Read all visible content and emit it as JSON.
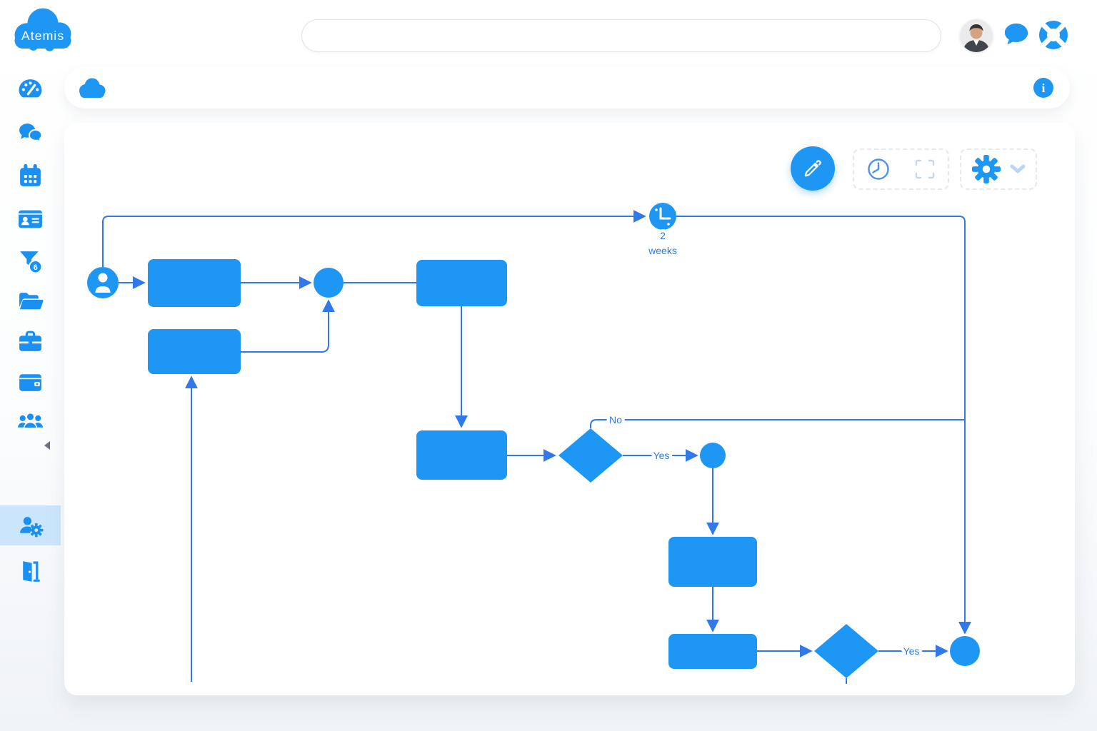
{
  "app": {
    "logo_text": "Atemis"
  },
  "topbar": {
    "search": {
      "value": "",
      "placeholder": ""
    },
    "info_glyph": "i"
  },
  "sidebar": {
    "filter_badge": "6",
    "items": [
      "dashboard",
      "conversations",
      "calendar",
      "contacts",
      "filter",
      "documents",
      "projects",
      "wallet",
      "team",
      "user-settings",
      "logout"
    ],
    "active_item": "user-settings"
  },
  "diagram": {
    "timer": {
      "value": "2",
      "unit": "weeks"
    },
    "decision1": {
      "no_label": "No",
      "yes_label": "Yes"
    },
    "decision2": {
      "yes_label": "Yes"
    }
  },
  "colors": {
    "brand_blue": "#1e96f3",
    "connector_blue": "#3178e8",
    "label_blue": "#2e7ce4",
    "active_item_bg": "#cbe6fc"
  }
}
